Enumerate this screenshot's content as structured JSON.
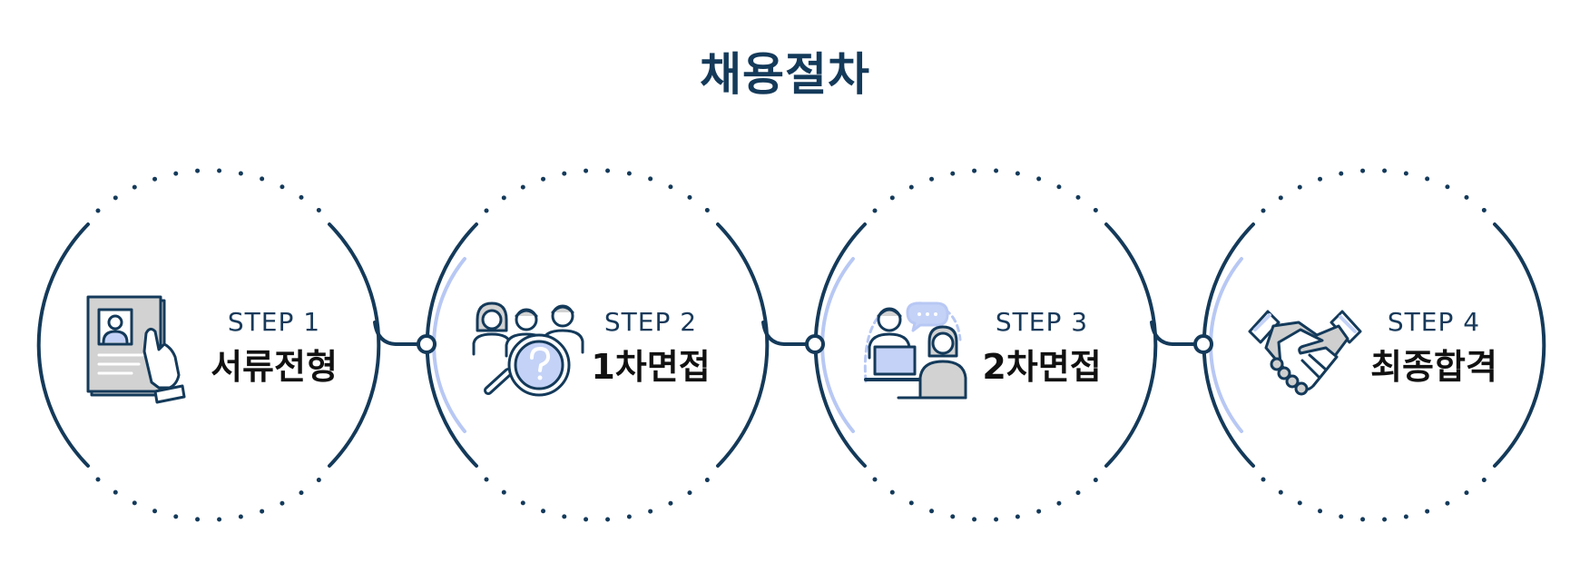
{
  "title": "채용절차",
  "colors": {
    "navy": "#143a5a",
    "accent": "#b8c8f4",
    "icon_fill_gray": "#cfcfcf",
    "icon_fill_blue": "#c4d2f7"
  },
  "steps": [
    {
      "label": "STEP 1",
      "name": "서류전형",
      "icon": "resume-document-icon"
    },
    {
      "label": "STEP 2",
      "name": "1차면접",
      "icon": "interview-search-icon"
    },
    {
      "label": "STEP 3",
      "name": "2차면접",
      "icon": "video-interview-icon"
    },
    {
      "label": "STEP 4",
      "name": "최종합격",
      "icon": "handshake-icon"
    }
  ]
}
